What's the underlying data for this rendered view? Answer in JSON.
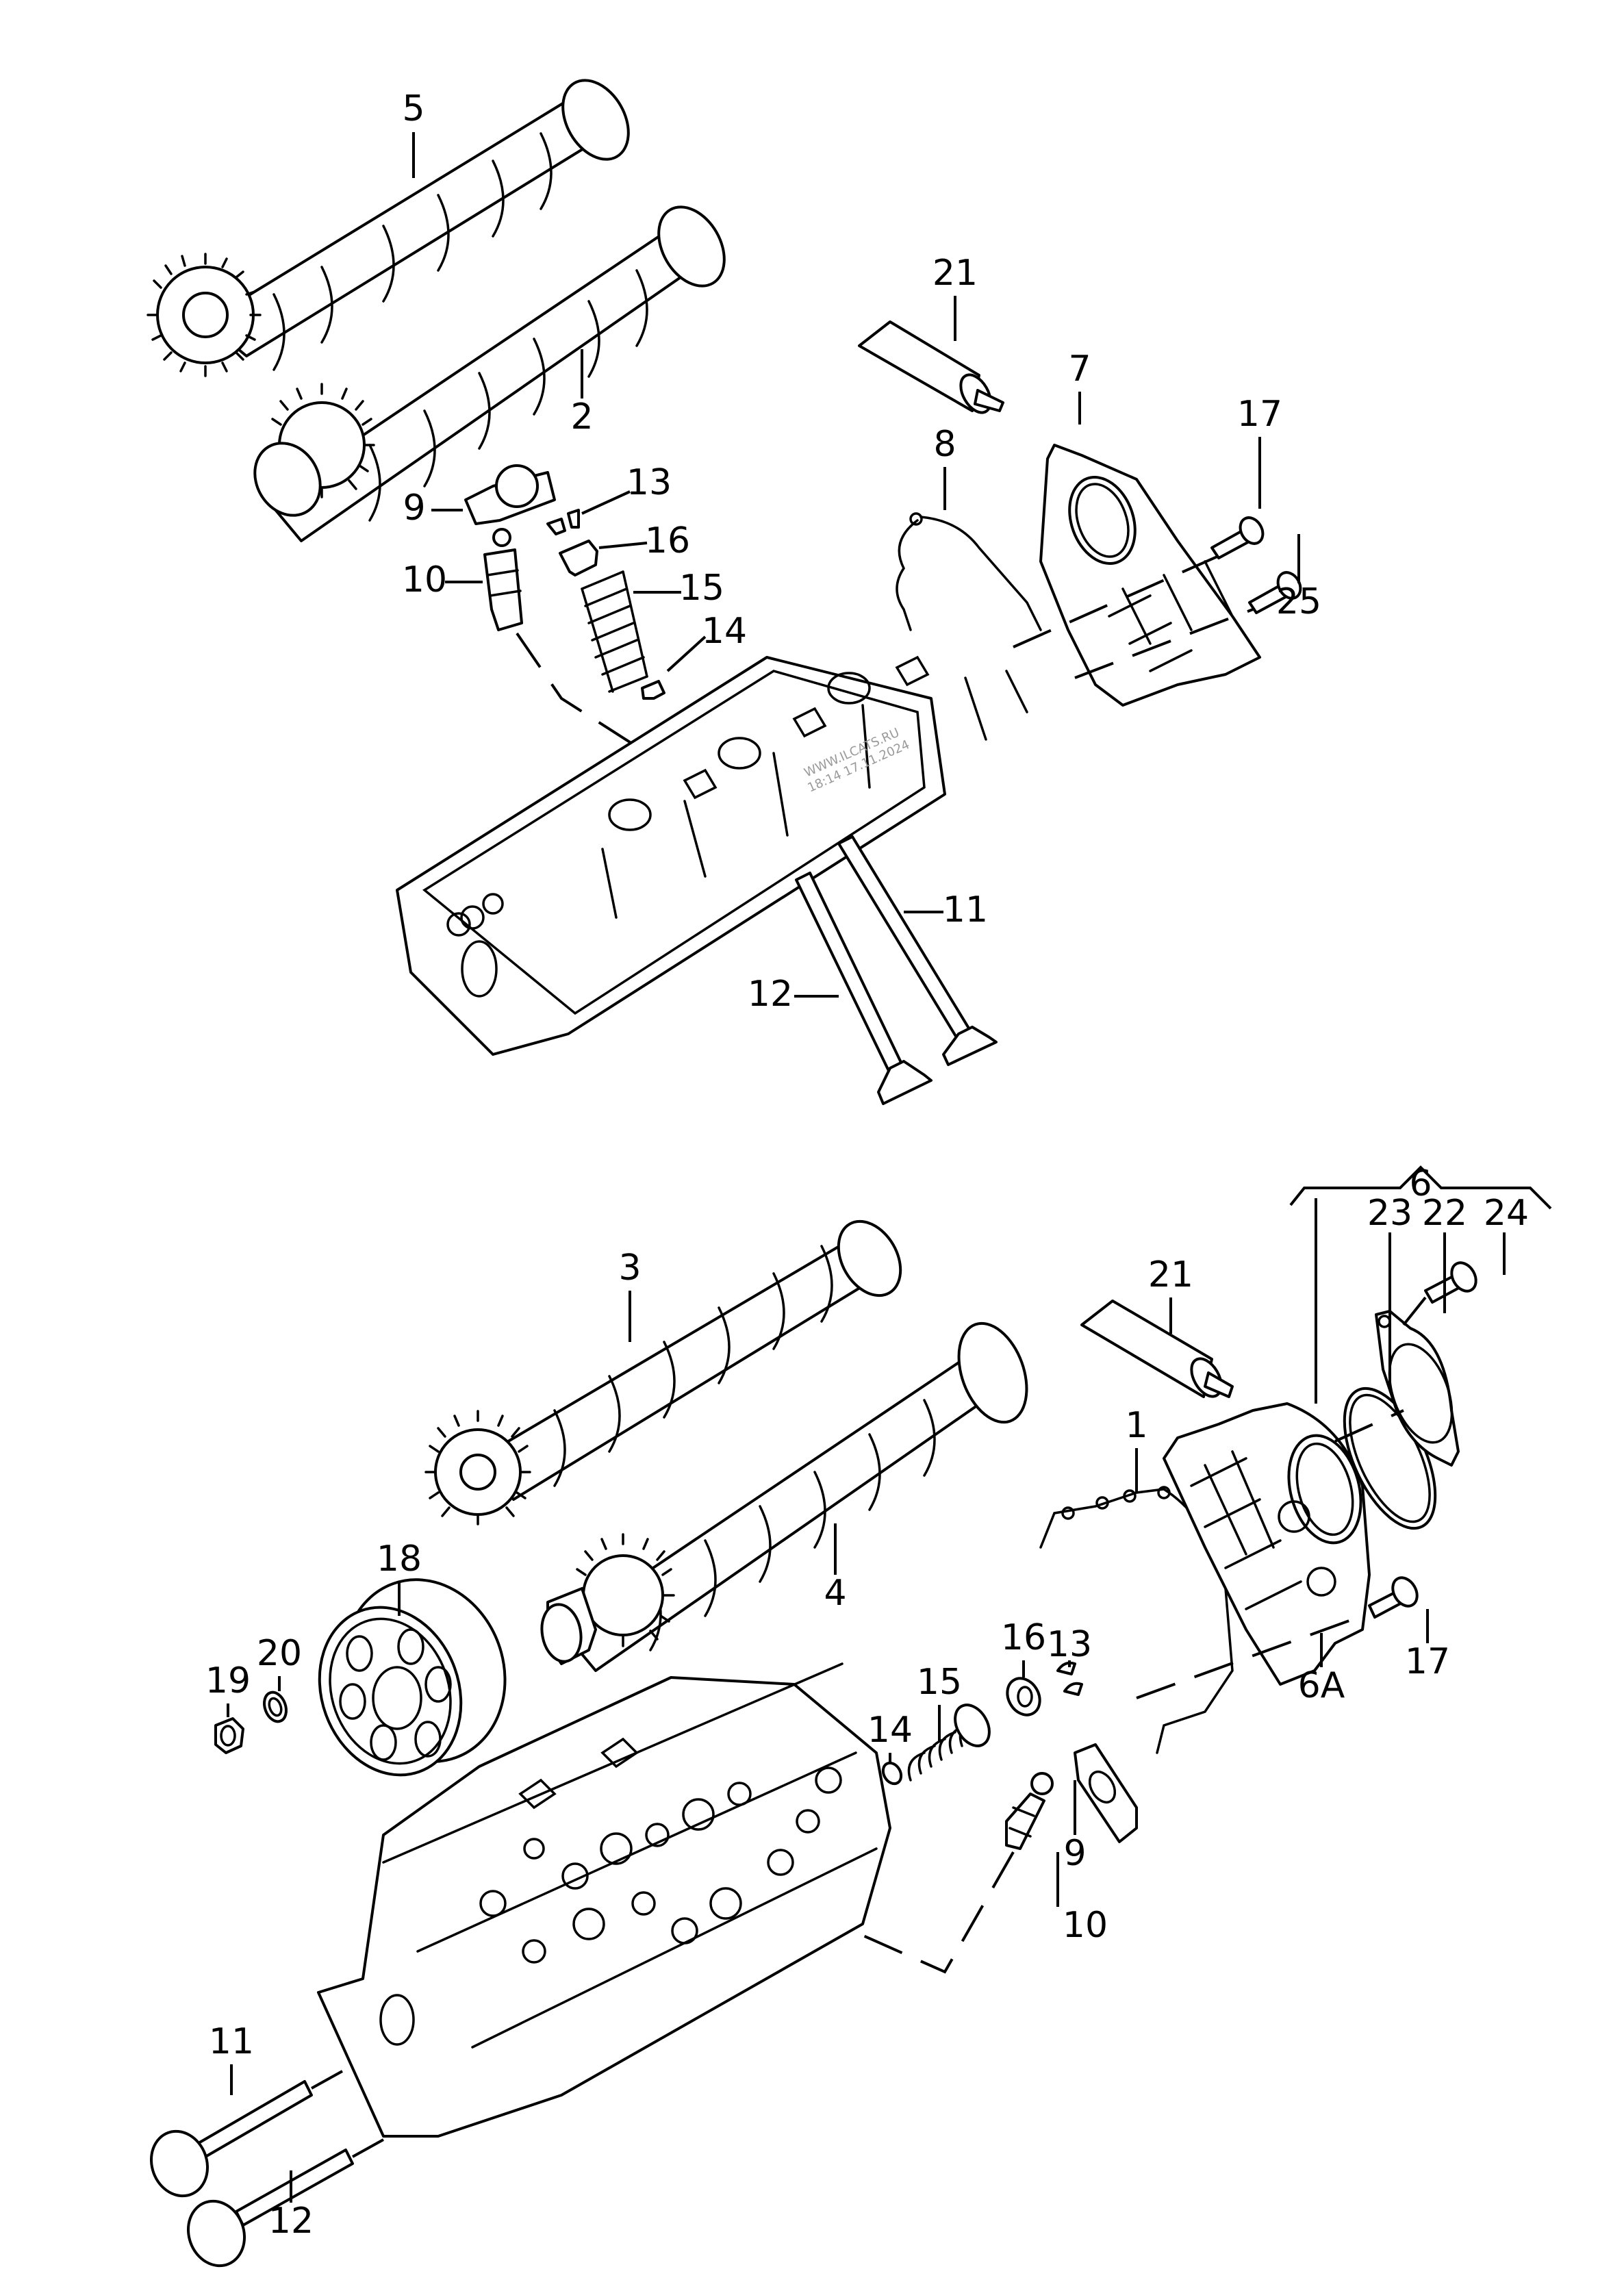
{
  "diagram": {
    "title": "Camshaft, valves and cylinder head parts diagram",
    "colors": {
      "line": "#000000",
      "background": "#ffffff",
      "watermark": "#9a9a9a"
    },
    "watermark": {
      "line1": "WWW.ILCATS.RU",
      "line2": "18:14 17.11.2024"
    },
    "upper_group": {
      "labels": {
        "camshaft_a": "5",
        "camshaft_b": "2",
        "sealant": "21",
        "end_cover": "7",
        "gasket": "8",
        "bolt_a": "17",
        "bolt_b": "25",
        "rocker_arm": "9",
        "cotter": "13",
        "spring_seat": "16",
        "lifter": "10",
        "spring": "15",
        "stem_seal": "14",
        "valve_a": "11",
        "valve_b": "12"
      }
    },
    "lower_group": {
      "labels": {
        "cover_kit": "6",
        "o_ring": "23",
        "flange": "22",
        "flange_bolt": "24",
        "camshaft_a": "3",
        "sealant": "21",
        "gasket": "1",
        "camshaft_b": "4",
        "sprocket": "18",
        "washer": "20",
        "nut": "19",
        "spring_seat": "16",
        "cotter": "13",
        "spring": "15",
        "stem_seal": "14",
        "bolt": "17",
        "end_cover": "6A",
        "rocker_arm": "9",
        "lifter": "10",
        "valve_a": "11",
        "valve_b": "12"
      }
    }
  }
}
